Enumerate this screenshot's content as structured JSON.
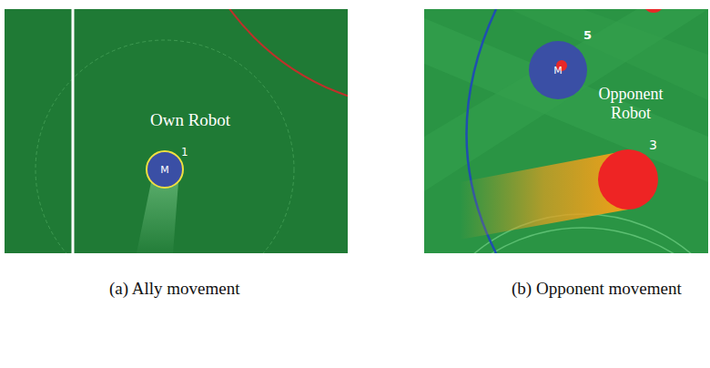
{
  "diagram": {
    "nodes": [
      {
        "text": [
          "M"
        ]
      },
      {
        "text": [
          "M"
        ]
      }
    ],
    "labels": [
      "Own Robot",
      "1",
      "5",
      "Opponent Robot",
      "3",
      "(a) Ally movement",
      "(b) Opponent movement"
    ]
  }
}
